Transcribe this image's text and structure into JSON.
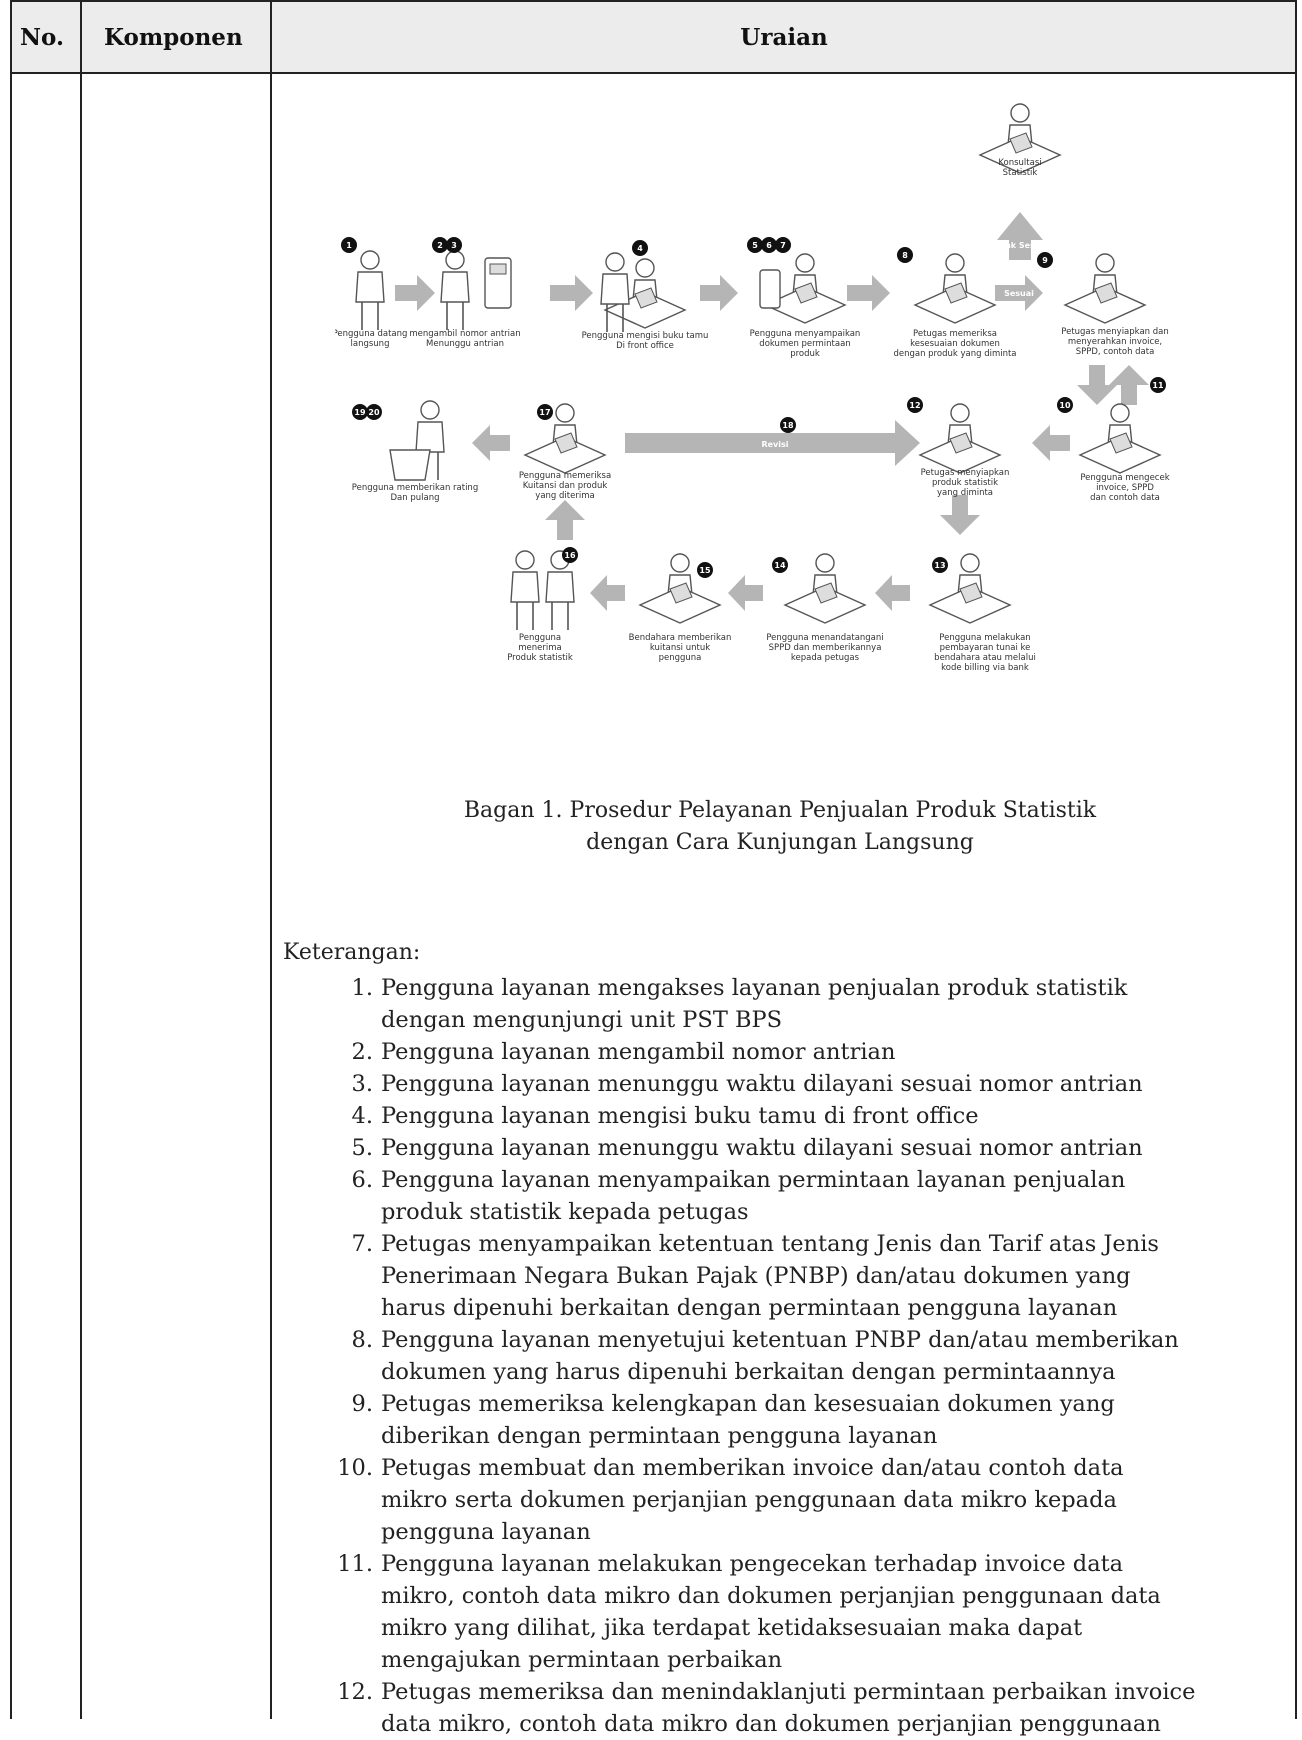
{
  "header": {
    "no": "No.",
    "komponen": "Komponen",
    "uraian": "Uraian"
  },
  "diagram": {
    "steps": [
      {
        "badge": "1",
        "label": "Pengguna datang\nlangsung"
      },
      {
        "badge": "2 3",
        "label": "mengambil nomor antrian\nMenunggu antrian"
      },
      {
        "badge": "4",
        "label": "Pengguna mengisi buku tamu\nDi front office"
      },
      {
        "badge": "5 6 7",
        "label": "Pengguna menyampaikan\ndokumen permintaan\nproduk"
      },
      {
        "badge": "8",
        "label": "Petugas memeriksa\nkesesuaian dokumen\ndengan produk yang diminta"
      },
      {
        "badge": "9",
        "label": "Petugas menyiapkan dan\nmenyerahkan invoice,\nSPPD, contoh data"
      },
      {
        "badge": "10",
        "label": "Pengguna mengecek\ninvoice, SPPD\ndan contoh data"
      },
      {
        "badge": "12",
        "label": "Petugas menyiapkan\nproduk statistik\nyang diminta"
      },
      {
        "badge": "13",
        "label": "Pengguna melakukan\npembayaran tunai ke\nbendahara atau melalui\nkode billing via bank"
      },
      {
        "badge": "14",
        "label": "Pengguna menandatangani\nSPPD dan memberikannya\nkepada petugas"
      },
      {
        "badge": "15",
        "label": "Bendahara memberikan\nkuitansi untuk\npengguna"
      },
      {
        "badge": "16",
        "label": "Pengguna\nmenerima\nProduk statistik"
      },
      {
        "badge": "17",
        "label": "Pengguna memeriksa\nKuitansi dan produk\nyang diterima"
      },
      {
        "badge": "19 20",
        "label": "Pengguna memberikan rating\nDan pulang"
      }
    ],
    "consult_label": "Konsultasi\nStatistik",
    "arrow_tags": {
      "up": "Tidak Sesuai",
      "sesuai": "Sesuai",
      "revisi": "Revisi"
    },
    "extra_badges": {
      "b11": "11",
      "b18": "18"
    }
  },
  "caption": {
    "line1": "Bagan 1. Prosedur Pelayanan Penjualan Produk Statistik",
    "line2": "dengan Cara Kunjungan Langsung"
  },
  "notes": {
    "title": "Keterangan:",
    "items": [
      {
        "n": "1.",
        "text": "Pengguna layanan mengakses layanan penjualan produk statistik\ndengan mengunjungi unit PST BPS"
      },
      {
        "n": "2.",
        "text": "Pengguna layanan mengambil nomor antrian"
      },
      {
        "n": "3.",
        "text": "Pengguna layanan menunggu waktu dilayani sesuai nomor antrian"
      },
      {
        "n": "4.",
        "text": "Pengguna layanan mengisi buku tamu di front office"
      },
      {
        "n": "5.",
        "text": "Pengguna layanan menunggu waktu dilayani sesuai nomor antrian"
      },
      {
        "n": "6.",
        "text": "Pengguna layanan menyampaikan permintaan layanan penjualan\nproduk statistik kepada petugas"
      },
      {
        "n": "7.",
        "text": "Petugas menyampaikan ketentuan tentang Jenis dan Tarif atas Jenis\nPenerimaan Negara Bukan Pajak (PNBP) dan/atau dokumen yang\nharus dipenuhi berkaitan dengan permintaan pengguna layanan"
      },
      {
        "n": "8.",
        "text": "Pengguna layanan menyetujui ketentuan PNBP dan/atau memberikan\ndokumen yang harus dipenuhi berkaitan dengan permintaannya"
      },
      {
        "n": "9.",
        "text": "Petugas memeriksa kelengkapan dan kesesuaian dokumen yang\ndiberikan dengan permintaan pengguna layanan"
      },
      {
        "n": "10.",
        "text": "Petugas membuat dan memberikan invoice dan/atau contoh data\nmikro serta dokumen perjanjian penggunaan data mikro kepada\npengguna layanan"
      },
      {
        "n": "11.",
        "text": "Pengguna layanan melakukan pengecekan terhadap invoice data\nmikro, contoh data mikro dan dokumen perjanjian penggunaan data\nmikro yang dilihat, jika terdapat ketidaksesuaian maka dapat\nmengajukan permintaan perbaikan"
      },
      {
        "n": "12.",
        "text": "Petugas memeriksa dan menindaklanjuti permintaan perbaikan invoice\ndata mikro, contoh data mikro dan dokumen perjanjian penggunaan"
      }
    ]
  }
}
